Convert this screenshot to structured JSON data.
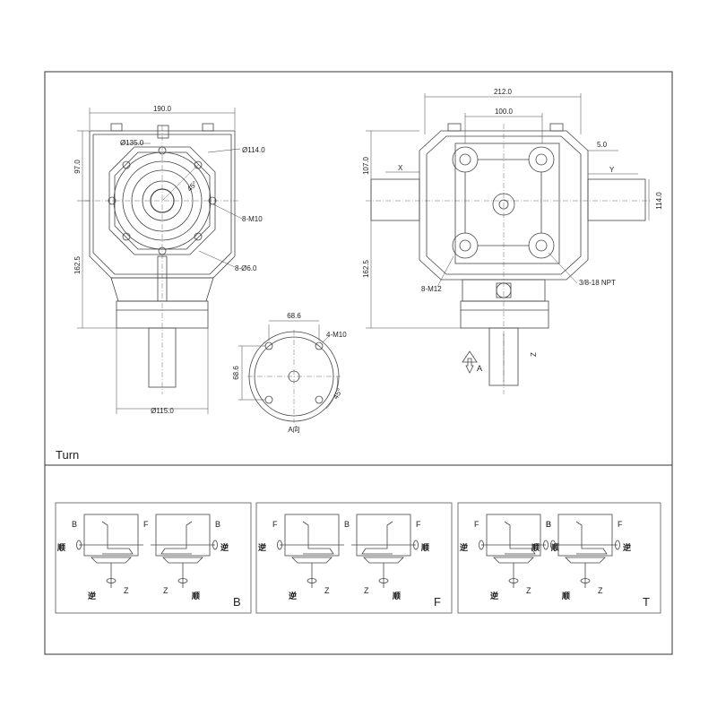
{
  "section_title": "Turn",
  "front_view": {
    "dims": {
      "width_top": "190.0",
      "upper_height": "97.0",
      "lower_height": "162.5",
      "pcd_outer": "Ø135.0",
      "pcd_inner": "Ø114.0",
      "angle": "45°",
      "tapped_holes": "8-M10",
      "through_holes": "8-Ø6.0",
      "base_diameter": "Ø115.0"
    }
  },
  "flange_view": {
    "dims": {
      "width": "68.6",
      "height": "68.6",
      "holes": "4-M10",
      "angle": "45°"
    },
    "view_label": "A向"
  },
  "side_view": {
    "dims": {
      "width_total": "212.0",
      "width_inner": "100.0",
      "height_upper": "107.0",
      "height_lower": "162.5",
      "offset": "5.0",
      "shaft_height": "114.0",
      "tapped_holes": "8-M12",
      "drain_plug": "3/8-18 NPT"
    },
    "axis_x": "X",
    "axis_y": "Y",
    "axis_z": "Z",
    "view_arrow": "A"
  },
  "turn_panels": [
    {
      "code": "B",
      "configs": [
        {
          "side_left": "B",
          "side_right": "F",
          "rot_left": "顺",
          "rot_bottom": "逆",
          "axis": "Z"
        },
        {
          "side_left": "Z",
          "side_right": "B",
          "rot_right": "逆",
          "rot_bottom": "顺",
          "axis": "Z"
        }
      ]
    },
    {
      "code": "F",
      "configs": [
        {
          "side_left": "F",
          "side_right": "B",
          "rot_left": "逆",
          "rot_bottom": "逆",
          "axis": "Z"
        },
        {
          "side_left": "Z",
          "side_right": "F",
          "rot_right": "顺",
          "rot_bottom": "顺",
          "axis": "Z"
        }
      ]
    },
    {
      "code": "T",
      "configs": [
        {
          "side_left": "F",
          "side_right": "B",
          "rot_left": "逆",
          "rot_right": "顺",
          "rot_bottom": "逆",
          "axis": "Z"
        },
        {
          "side_left": "B",
          "side_right": "F",
          "rot_left": "顺",
          "rot_right": "逆",
          "rot_bottom": "顺",
          "axis": "Z"
        }
      ]
    }
  ]
}
